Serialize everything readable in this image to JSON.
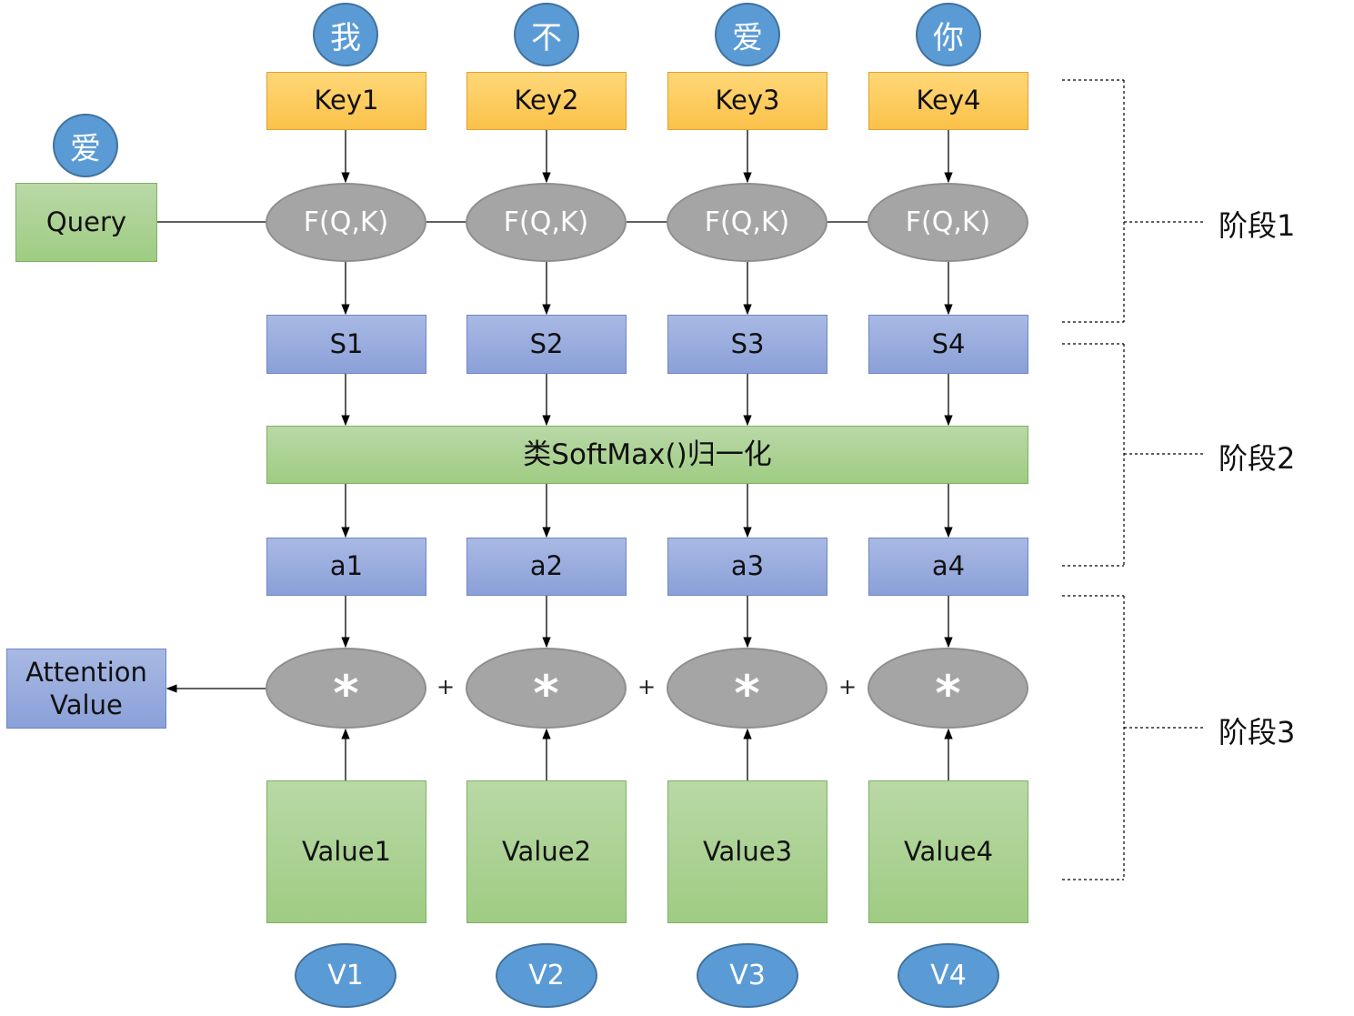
{
  "top_chars": [
    "我",
    "不",
    "爱",
    "你"
  ],
  "query_char": "爱",
  "query_label": "Query",
  "keys": [
    "Key1",
    "Key2",
    "Key3",
    "Key4"
  ],
  "func_label": "F(Q,K)",
  "scores": [
    "S1",
    "S2",
    "S3",
    "S4"
  ],
  "softmax_label": "类SoftMax()归一化",
  "weights": [
    "a1",
    "a2",
    "a3",
    "a4"
  ],
  "multiply_symbol": "*",
  "plus_symbol": "+",
  "attention_value": [
    "Attention",
    "Value"
  ],
  "values": [
    "Value1",
    "Value2",
    "Value3",
    "Value4"
  ],
  "value_tags": [
    "V1",
    "V2",
    "V3",
    "V4"
  ],
  "stages": [
    "阶段1",
    "阶段2",
    "阶段3"
  ],
  "colors": {
    "key_fill": "#fbc24a",
    "blue_fill": "#8aa0d8",
    "green_fill": "#9fcc83",
    "gray_fill": "#a5a5a5",
    "circle_fill": "#5b9bd5"
  }
}
